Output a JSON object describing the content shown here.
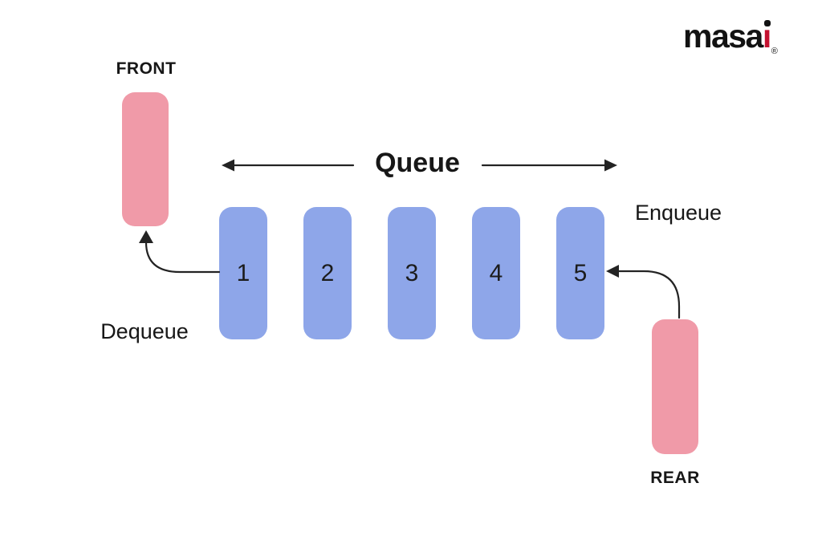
{
  "colors": {
    "background": "#ffffff",
    "pink": "#F09AA8",
    "blue": "#8EA6E9",
    "ink": "#232323",
    "logo_black": "#121212",
    "logo_red": "#C41230"
  },
  "logo": {
    "word": "masa",
    "i_char": "ı",
    "registered": "®"
  },
  "diagram": {
    "title": "Queue",
    "front_label": "FRONT",
    "rear_label": "REAR",
    "enqueue_label": "Enqueue",
    "dequeue_label": "Dequeue",
    "items": [
      "1",
      "2",
      "3",
      "4",
      "5"
    ]
  }
}
